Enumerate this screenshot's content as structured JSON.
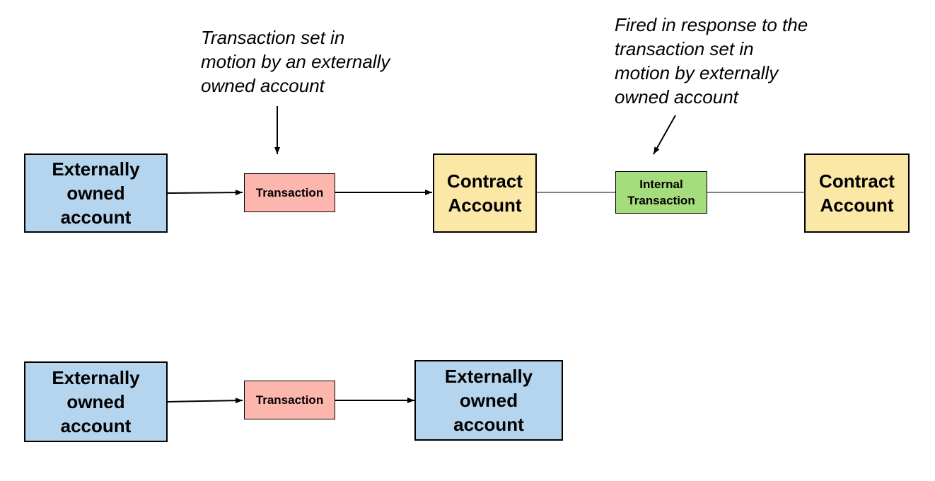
{
  "annotations": {
    "transaction_note": "Transaction set in\nmotion by an externally\nowned account",
    "internal_note": "Fired in response to the\ntransaction set in\nmotion by externally\nowned account"
  },
  "row1": {
    "source": "Externally\nowned\naccount",
    "transaction": "Transaction",
    "contract_1": "Contract\nAccount",
    "internal_transaction": "Internal\nTransaction",
    "contract_2": "Contract\nAccount"
  },
  "row2": {
    "source": "Externally\nowned\naccount",
    "transaction": "Transaction",
    "target": "Externally\nowned\naccount"
  },
  "colors": {
    "externally_owned_account": "#b5d5ee",
    "contract_account": "#fbe7a6",
    "transaction": "#fdb6ae",
    "internal_transaction": "#a5dc7c"
  }
}
